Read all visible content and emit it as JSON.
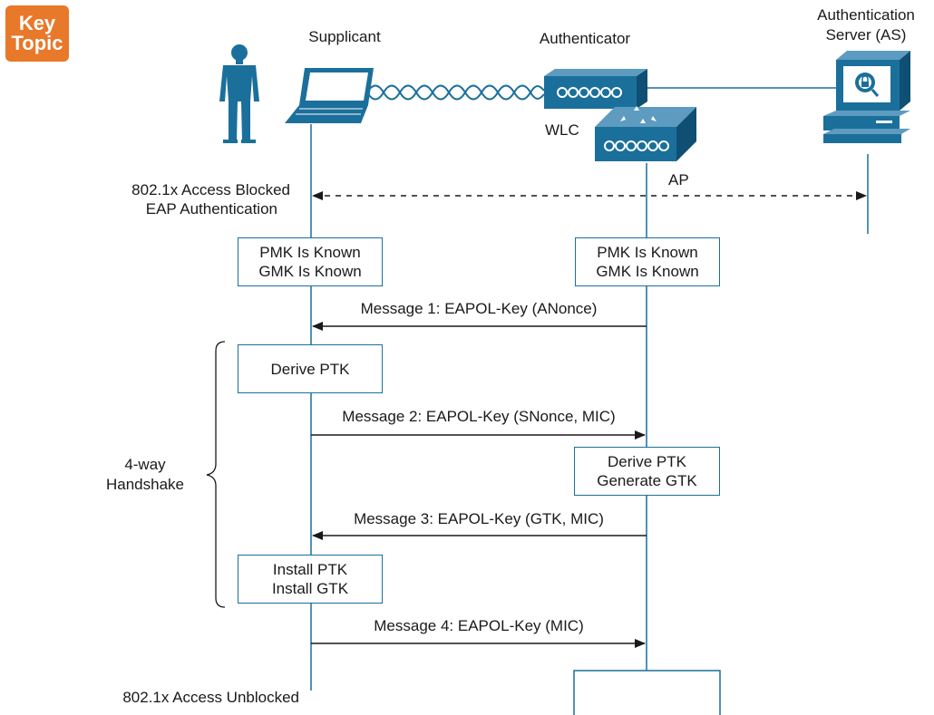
{
  "badge": {
    "line1": "Key",
    "line2": "Topic"
  },
  "participants": {
    "supplicant": "Supplicant",
    "authenticator": "Authenticator",
    "as_line1": "Authentication",
    "as_line2": "Server (AS)",
    "wlc": "WLC",
    "ap": "AP"
  },
  "side_labels": {
    "blocked_line1": "802.1x Access Blocked",
    "blocked_line2": "EAP Authentication",
    "handshake_line1": "4-way",
    "handshake_line2": "Handshake",
    "unblocked": "802.1x Access Unblocked"
  },
  "boxes": {
    "supp_known_1": "PMK Is Known",
    "supp_known_2": "GMK Is Known",
    "auth_known_1": "PMK Is Known",
    "auth_known_2": "GMK Is Known",
    "derive_ptk": "Derive PTK",
    "auth_derive_1": "Derive PTK",
    "auth_derive_2": "Generate GTK",
    "install_1": "Install PTK",
    "install_2": "Install GTK"
  },
  "messages": {
    "m1": "Message 1: EAPOL-Key (ANonce)",
    "m2": "Message 2: EAPOL-Key (SNonce, MIC)",
    "m3": "Message 3: EAPOL-Key (GTK, MIC)",
    "m4": "Message 4: EAPOL-Key (MIC)"
  },
  "colors": {
    "accent": "#1b6f9b",
    "badge": "#e8782a",
    "arrow": "#1a1a1a"
  },
  "icons": [
    "person-icon",
    "laptop-icon",
    "wireless-wave-icon",
    "wlc-icon",
    "access-point-icon",
    "server-icon"
  ]
}
